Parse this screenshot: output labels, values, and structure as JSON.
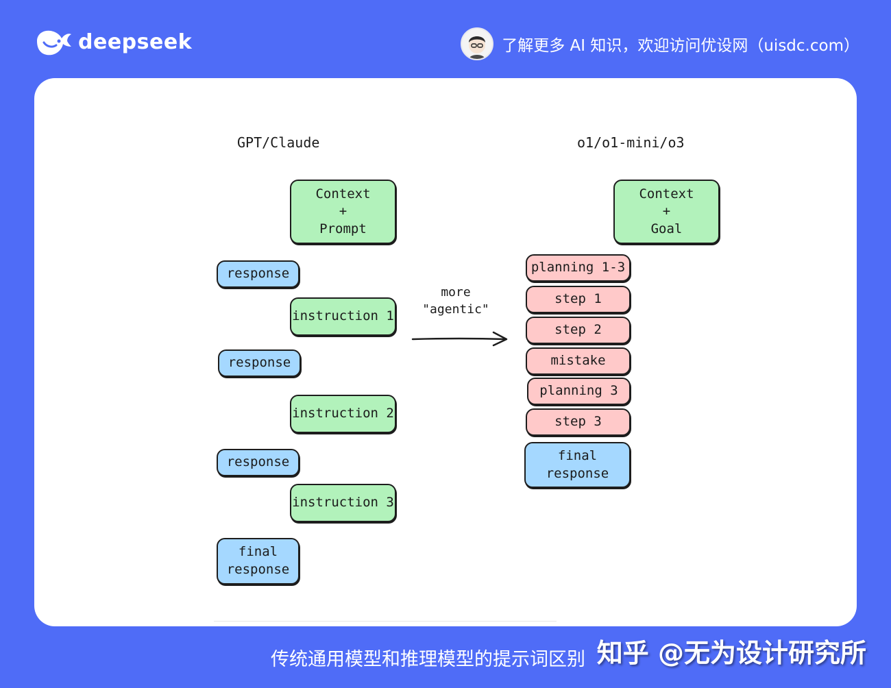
{
  "brand": {
    "name": "deepseek",
    "logo_icon": "whale-icon"
  },
  "header": {
    "note": "了解更多 AI 知识，欢迎访问优设网（uisdc.com）"
  },
  "diagram": {
    "left_title": "GPT/Claude",
    "right_title": "o1/o1-mini/o3",
    "left": {
      "context": [
        "Context",
        "+",
        "Prompt"
      ],
      "response_1": "response",
      "instruction_1": "instruction 1",
      "response_2": "response",
      "instruction_2": "instruction 2",
      "response_3": "response",
      "instruction_3": "instruction 3",
      "final": [
        "final",
        "response"
      ]
    },
    "arrow_label": [
      "more",
      "\"agentic\""
    ],
    "right": {
      "context": [
        "Context",
        "+",
        "Goal"
      ],
      "steps": [
        "planning 1-3",
        "step 1",
        "step 2",
        "mistake",
        "planning 3",
        "step 3"
      ],
      "final": [
        "final",
        "response"
      ]
    },
    "colors": {
      "green": "#b2f2bb",
      "blue": "#a5d8ff",
      "red": "#ffc9c9"
    }
  },
  "caption": "传统通用模型和推理模型的提示词区别",
  "watermark": "知乎 @无为设计研究所"
}
